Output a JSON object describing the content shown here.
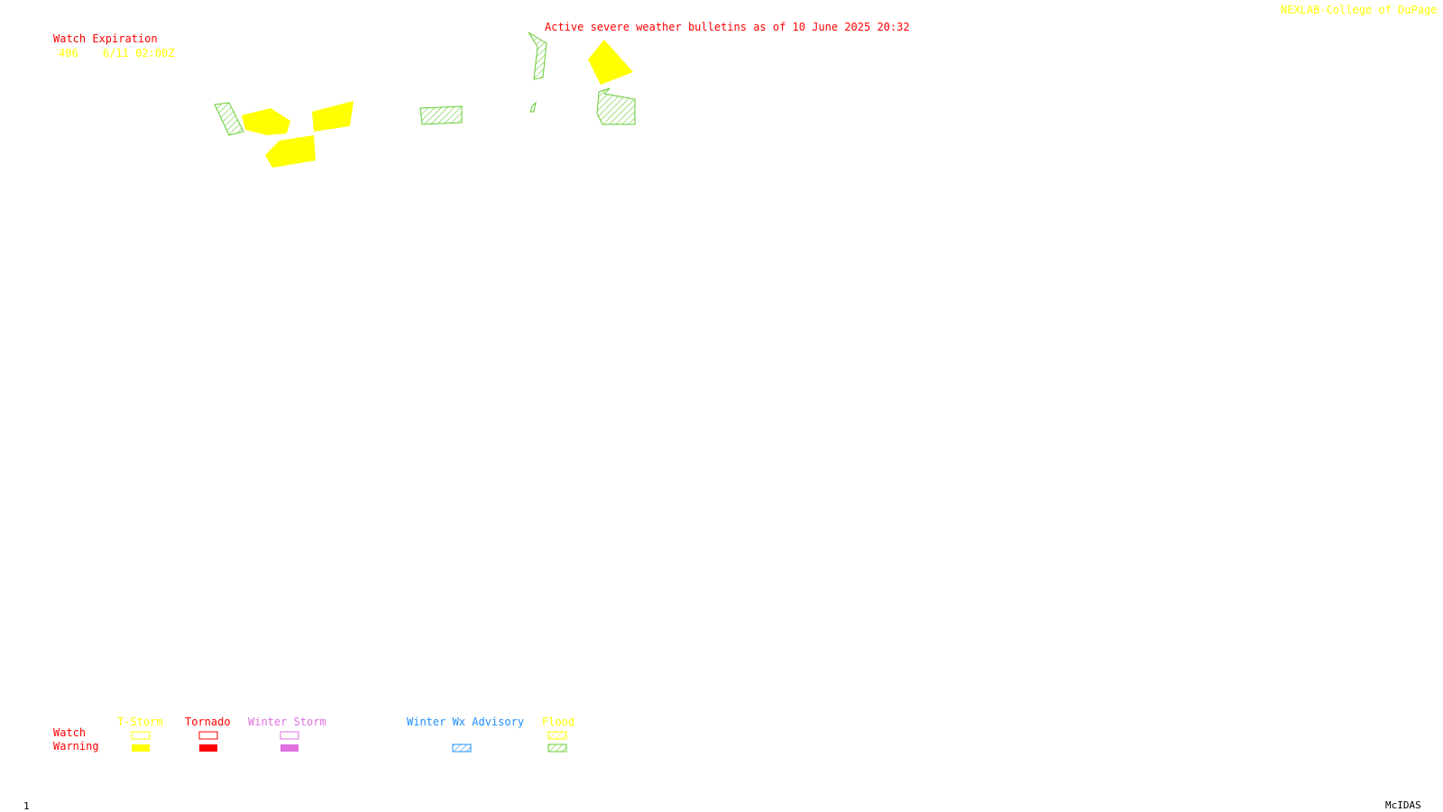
{
  "header": {
    "title": "Active severe weather bulletins as of 10 June 2025 20:32",
    "credit": "NEXLAB-College of DuPage R"
  },
  "watch_expiration": {
    "label": "Watch Expiration",
    "rows": [
      {
        "number": "406",
        "expires": "6/11 02:00Z"
      }
    ]
  },
  "legend": {
    "row_labels": {
      "watch": "Watch",
      "warning": "Warning"
    },
    "columns": [
      {
        "name": "T-Storm",
        "color": "#ffff00",
        "watch_style": "outline",
        "warning_style": "fill"
      },
      {
        "name": "Tornado",
        "color": "#ff0000",
        "watch_style": "outline",
        "warning_style": "fill"
      },
      {
        "name": "Winter Storm",
        "color": "#e070e0",
        "watch_style": "outline",
        "warning_style": "fill"
      },
      {
        "name": "Winter Wx Advisory",
        "color": "#1e90ff",
        "watch_style": "none",
        "warning_style": "hatch"
      },
      {
        "name": "Flood",
        "color": "#66cc33",
        "header_color": "#ffff00",
        "watch_style": "hatch-yellow",
        "warning_style": "hatch"
      }
    ]
  },
  "footer": {
    "frame_number": "1",
    "software": "McIDAS"
  },
  "colors": {
    "tstorm_warning": "#ffff00",
    "flood_warning": "#66cc33",
    "title_text": "#ff0000",
    "credit_text": "#ffff00"
  },
  "polygons": [
    {
      "type": "tstorm-warning"
    },
    {
      "type": "tstorm-warning"
    },
    {
      "type": "tstorm-warning"
    },
    {
      "type": "tstorm-warning"
    },
    {
      "type": "flood-warning"
    },
    {
      "type": "flood-warning"
    },
    {
      "type": "flood-warning"
    },
    {
      "type": "flood-warning"
    },
    {
      "type": "flood-warning"
    }
  ]
}
